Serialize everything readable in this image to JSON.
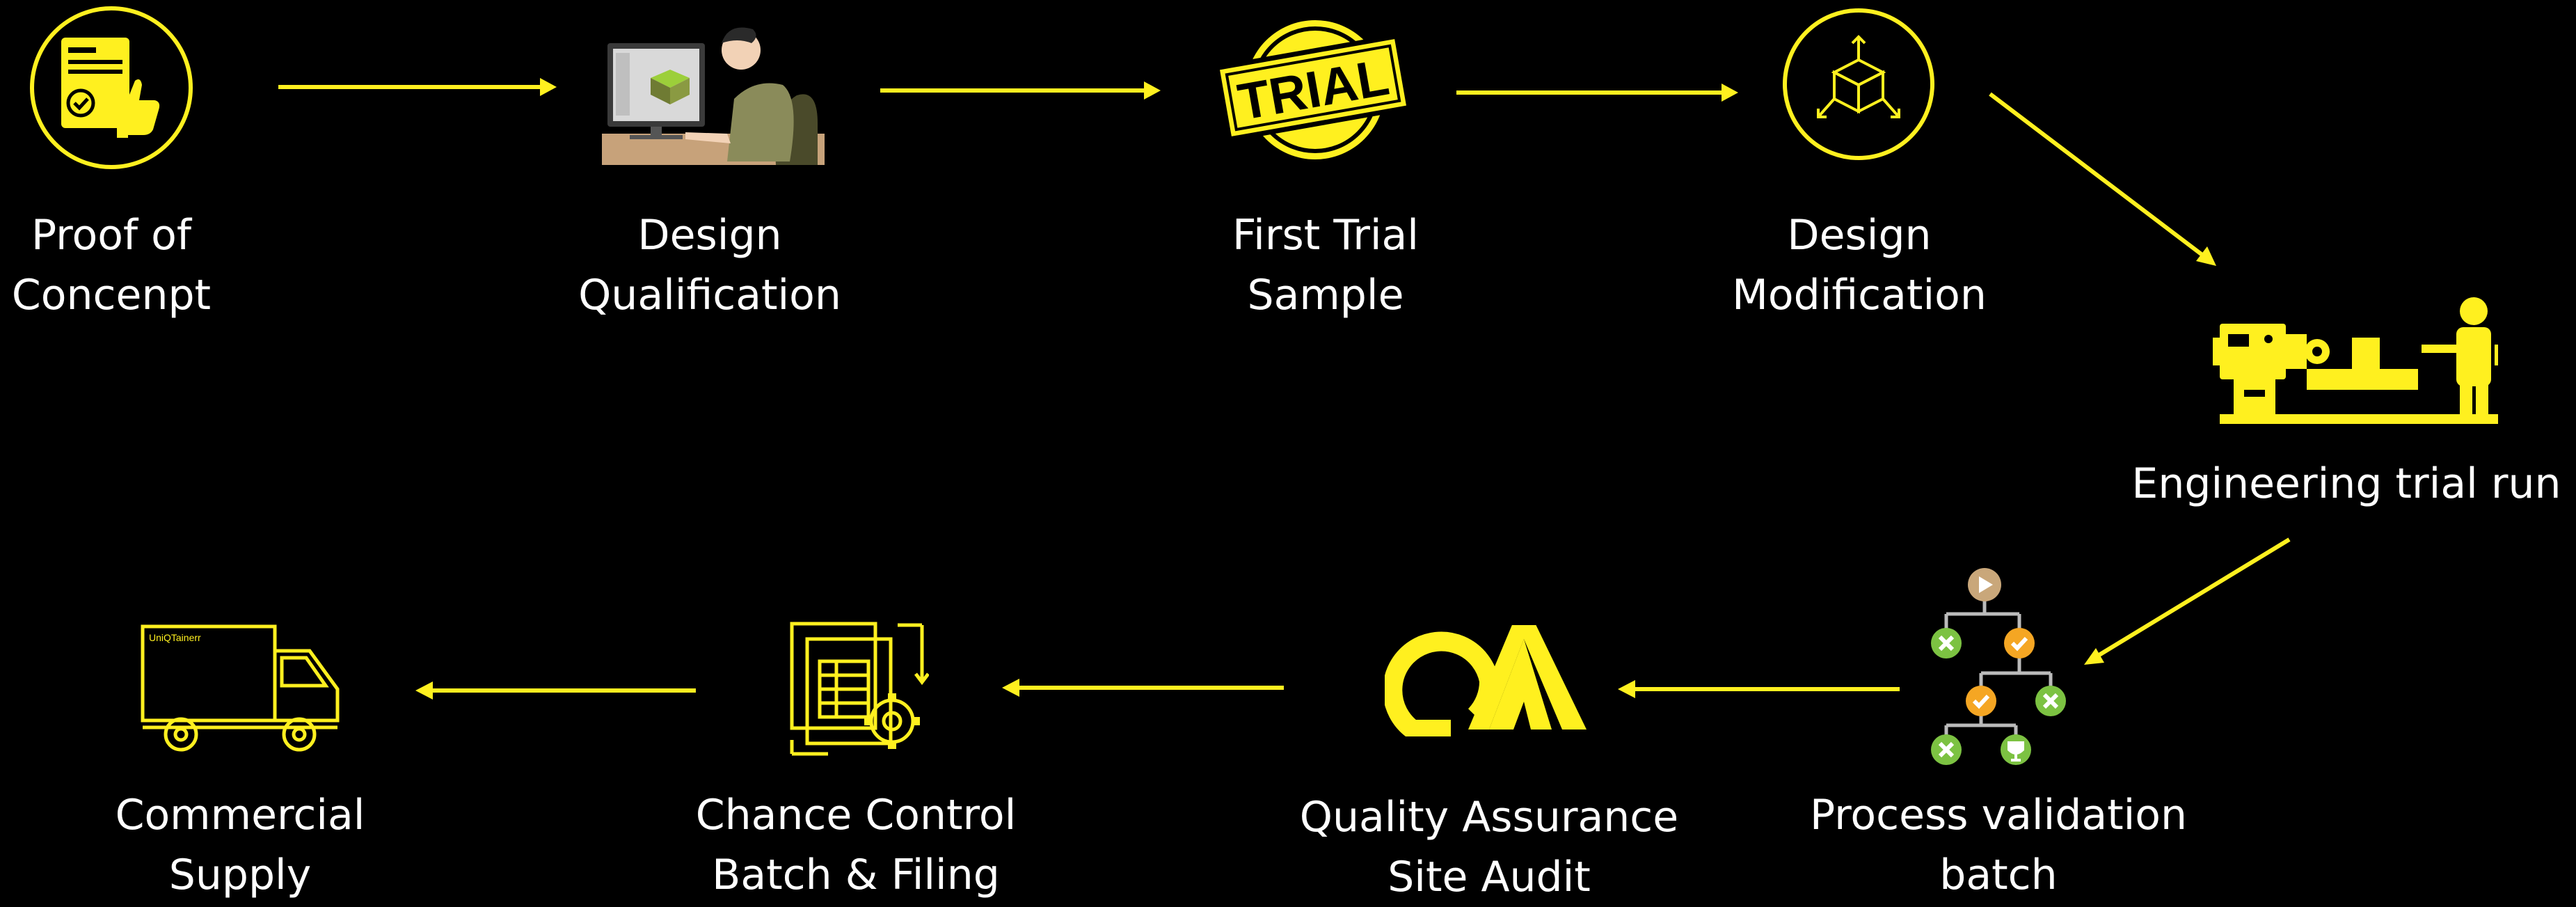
{
  "colors": {
    "background": "#000000",
    "accent": "#fff01f",
    "text": "#ffffff",
    "green": "#7cc242",
    "orange": "#f5a623"
  },
  "steps": [
    {
      "id": "proof-of-concept",
      "line1": "Proof of",
      "line2": "Concenpt",
      "icon": "document-thumbs-up-icon"
    },
    {
      "id": "design-qualification",
      "line1": "Design",
      "line2": "Qualification",
      "icon": "designer-at-computer-icon"
    },
    {
      "id": "first-trial-sample",
      "line1": "First Trial",
      "line2": "Sample",
      "icon": "trial-stamp-icon",
      "stamp_text": "TRIAL"
    },
    {
      "id": "design-modification",
      "line1": "Design",
      "line2": "Modification",
      "icon": "3d-cube-icon"
    },
    {
      "id": "engineering-trial-run",
      "line1": "Engineering trial run",
      "line2": "",
      "icon": "lathe-machine-operator-icon"
    },
    {
      "id": "process-validation-batch",
      "line1": "Process validation",
      "line2": "batch",
      "icon": "decision-tree-icon"
    },
    {
      "id": "quality-assurance-site-audit",
      "line1": "Quality Assurance",
      "line2": "Site Audit",
      "icon": "qa-logo-icon"
    },
    {
      "id": "change-control-batch-filing",
      "line1": "Chance Control",
      "line2": "Batch & Filing",
      "icon": "documents-gear-icon"
    },
    {
      "id": "commercial-supply",
      "line1": "Commercial",
      "line2": "Supply",
      "icon": "delivery-truck-icon",
      "truck_text": "UniQTainerr"
    }
  ]
}
